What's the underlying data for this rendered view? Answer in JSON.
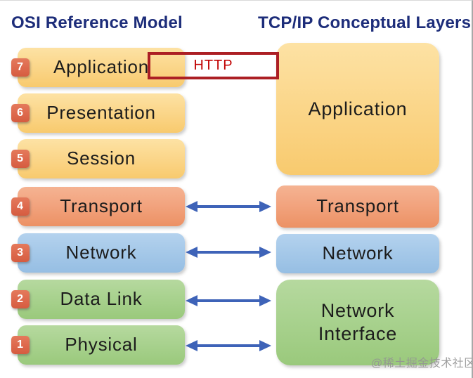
{
  "header": {
    "left_title": "OSI Reference Model",
    "right_title": "TCP/IP Conceptual Layers"
  },
  "osi": {
    "layers": [
      {
        "number": "7",
        "label": "Application"
      },
      {
        "number": "6",
        "label": "Presentation"
      },
      {
        "number": "5",
        "label": "Session"
      },
      {
        "number": "4",
        "label": "Transport"
      },
      {
        "number": "3",
        "label": "Network"
      },
      {
        "number": "2",
        "label": "Data Link"
      },
      {
        "number": "1",
        "label": "Physical"
      }
    ]
  },
  "tcpip": {
    "layers": [
      {
        "label": "Application"
      },
      {
        "label": "Transport"
      },
      {
        "label": "Network"
      },
      {
        "label": "Network Interface"
      }
    ]
  },
  "annotation": {
    "label": "HTTP"
  },
  "watermark": "@稀土掘金技术社区",
  "colors": {
    "title_text": "#1d2d7a",
    "layer_yellow": "#FBD78C",
    "layer_orange": "#F2A47F",
    "layer_blue": "#A6C9E9",
    "layer_green": "#A9D28F",
    "badge_background": "#DE6A4E",
    "arrow_blue": "#3E63B8",
    "annotation_border": "#AC1F24",
    "annotation_text": "#C00000",
    "layer_text": "#1c1c1c"
  }
}
